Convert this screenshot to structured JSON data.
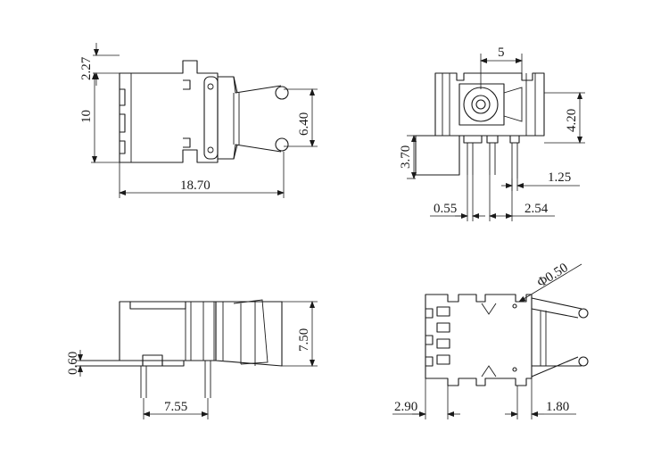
{
  "dimensions": {
    "tl_height_top": "2.27",
    "tl_height_body": "10",
    "tl_width_total": "18.70",
    "tl_spring_gap": "6.40",
    "tr_pin_spacing_top": "5",
    "tr_body_height": "4.20",
    "tr_left_height": "3.70",
    "tr_pin_offset": "1.25",
    "tr_pin_width": "0.55",
    "tr_pin_pitch": "2.54",
    "bl_height": "7.50",
    "bl_plate": "0.60",
    "bl_pin_spacing": "7.55",
    "br_hole": "Φ0.50",
    "br_left_offset": "2.90",
    "br_right_offset": "1.80"
  }
}
